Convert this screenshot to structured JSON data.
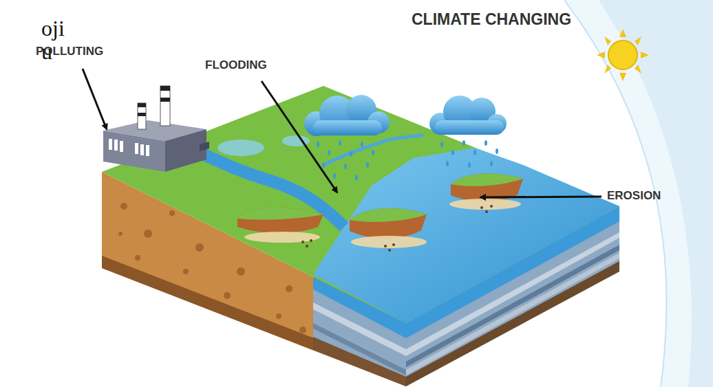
{
  "diagram": {
    "title": "CLIMATE CHANGING",
    "labels": [
      "oji",
      "u",
      "POLLUTING",
      "FLOODING",
      "EROSION"
    ]
  }
}
